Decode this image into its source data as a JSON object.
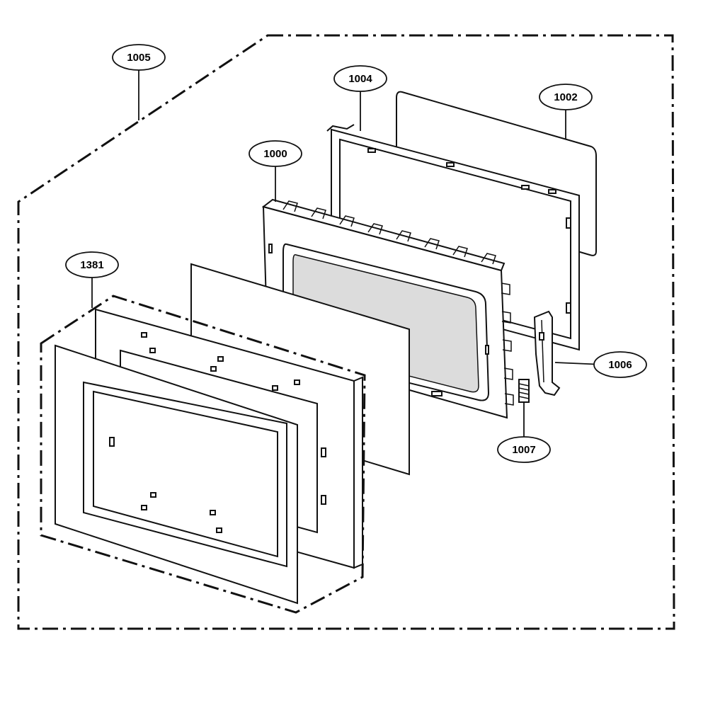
{
  "diagram": {
    "callouts": [
      {
        "id": "c1005",
        "label": "1005"
      },
      {
        "id": "c1004",
        "label": "1004"
      },
      {
        "id": "c1002",
        "label": "1002"
      },
      {
        "id": "c1000",
        "label": "1000"
      },
      {
        "id": "c1381",
        "label": "1381"
      },
      {
        "id": "c1006",
        "label": "1006"
      },
      {
        "id": "c1007",
        "label": "1007"
      }
    ],
    "colors": {
      "stroke": "#111111",
      "fill": "#ffffff",
      "window": "#dcdcdc",
      "background": "#ffffff"
    }
  }
}
